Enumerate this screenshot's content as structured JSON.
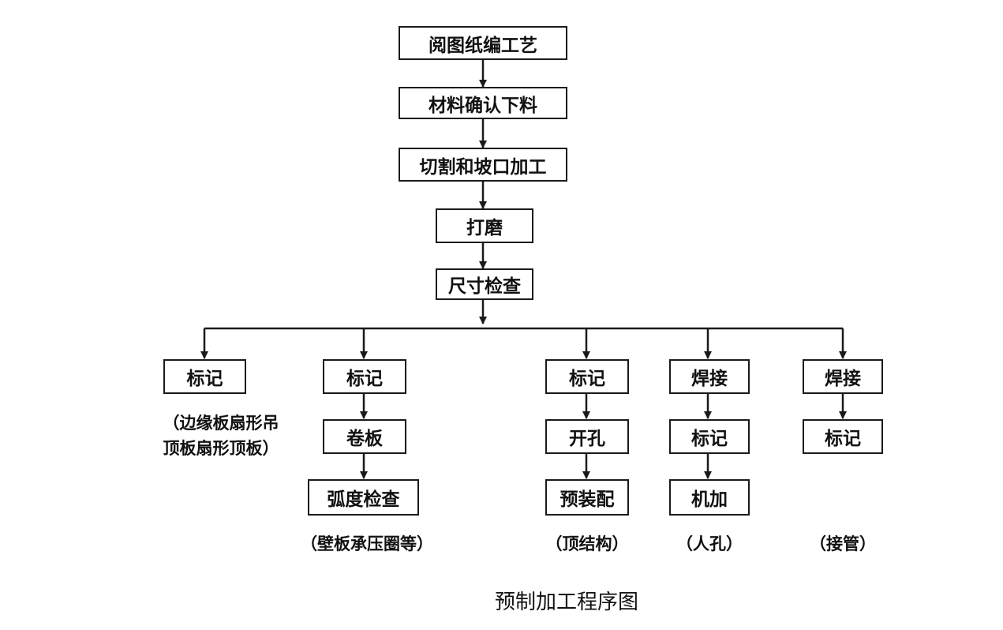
{
  "main_flow": {
    "step1": "阅图纸编工艺",
    "step2": "材料确认下料",
    "step3": "切割和坡口加工",
    "step4": "打磨",
    "step5": "尺寸检查"
  },
  "branches": {
    "edge": {
      "step1": "标记",
      "note_line1": "（边缘板扇形吊",
      "note_line2": "顶板扇形顶板）"
    },
    "wall": {
      "step1": "标记",
      "step2": "卷板",
      "step3": "弧度检查",
      "note": "（壁板承压圈等）"
    },
    "roof": {
      "step1": "标记",
      "step2": "开孔",
      "step3": "预装配",
      "note": "（顶结构）"
    },
    "manhole": {
      "step1": "焊接",
      "step2": "标记",
      "step3": "机加",
      "note": "（人孔）"
    },
    "nozzle": {
      "step1": "焊接",
      "step2": "标记",
      "note": "（接管）"
    }
  },
  "caption": "预制加工程序图"
}
